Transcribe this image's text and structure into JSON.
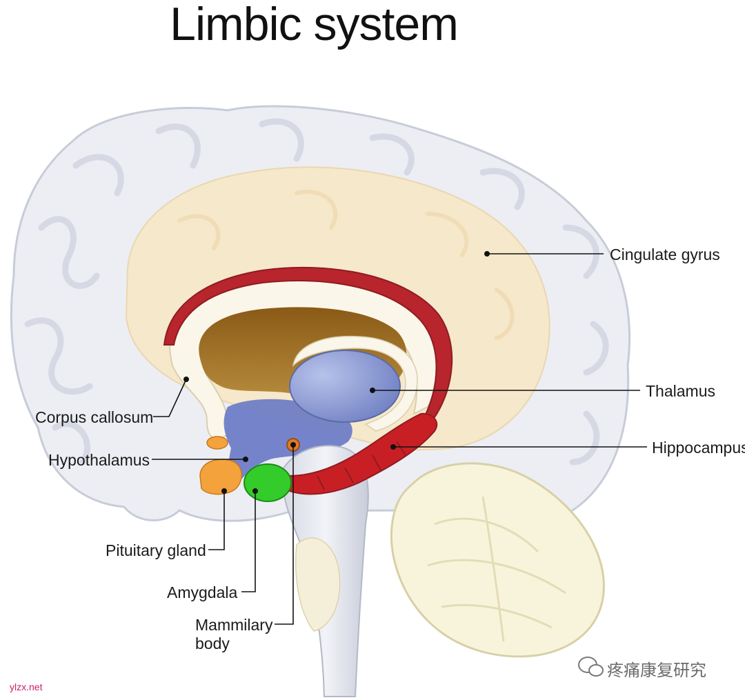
{
  "title": "Limbic system",
  "labels": {
    "cingulate_gyrus": "Cingulate gyrus",
    "thalamus": "Thalamus",
    "hippocampus": "Hippocampus",
    "corpus_callosum": "Corpus callosum",
    "hypothalamus": "Hypothalamus",
    "pituitary_gland": "Pituitary gland",
    "amygdala": "Amygdala",
    "mammilary_line1": "Mammilary",
    "mammilary_line2": "body"
  },
  "watermark": {
    "icon": "wechat-icon",
    "text": "疼痛康复研究"
  },
  "site": {
    "text": "ylzx.net"
  },
  "colors": {
    "cortex": "#eceef4",
    "cingulate": "#f7e8c8",
    "corpus_callosum": "#fbf6ea",
    "fornix": "#b8252c",
    "ventricle": "#9c6a22",
    "thalamus": "#7f8fc9",
    "hypothalamus": "#6a7bc6",
    "hippocampus": "#c81f24",
    "amygdala": "#33cc2a",
    "pituitary": "#f4a23c",
    "mammillary": "#e07a2a",
    "cerebellum": "#f8f4dc",
    "brainstem": "#e3e6ee",
    "site_text": "#cc1d6e"
  }
}
